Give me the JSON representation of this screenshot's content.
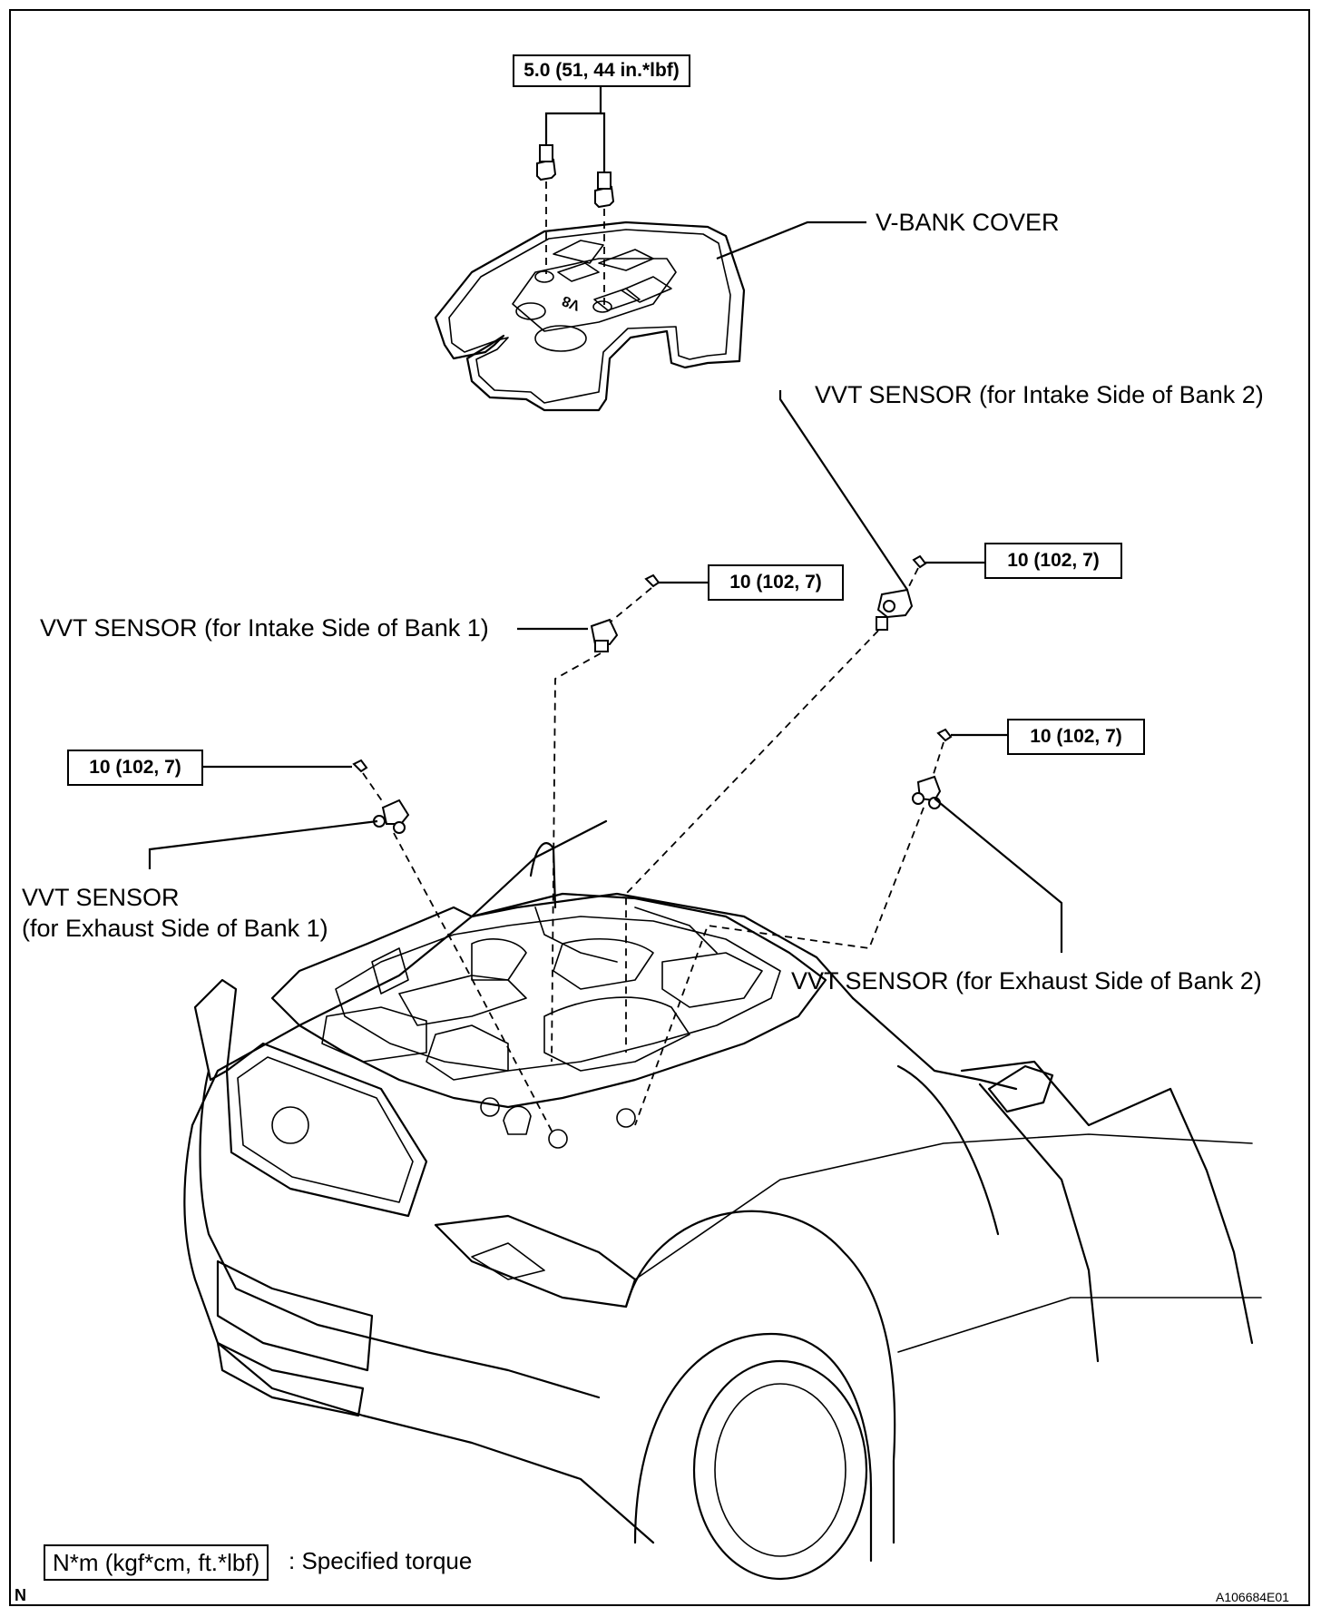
{
  "labels": {
    "v_bank_cover": "V-BANK COVER",
    "vvt_intake_bank2": "VVT SENSOR (for Intake Side of Bank 2)",
    "vvt_intake_bank1": "VVT SENSOR (for Intake Side of Bank 1)",
    "vvt_exhaust_bank1_line1": "VVT SENSOR",
    "vvt_exhaust_bank1_line2": "(for Exhaust Side of Bank 1)",
    "vvt_exhaust_bank2": "VVT SENSOR (for Exhaust Side of Bank 2)"
  },
  "torques": {
    "cover_nuts": "5.0 (51, 44 in.*lbf)",
    "intake_bank1": "10 (102, 7)",
    "intake_bank2": "10 (102, 7)",
    "exhaust_bank1": "10 (102, 7)",
    "exhaust_bank2": "10 (102, 7)"
  },
  "legend": {
    "unit_box": "N*m (kgf*cm, ft.*lbf)",
    "text": ": Specified torque"
  },
  "corner_mark": "N",
  "figure_id": "A106684E01"
}
